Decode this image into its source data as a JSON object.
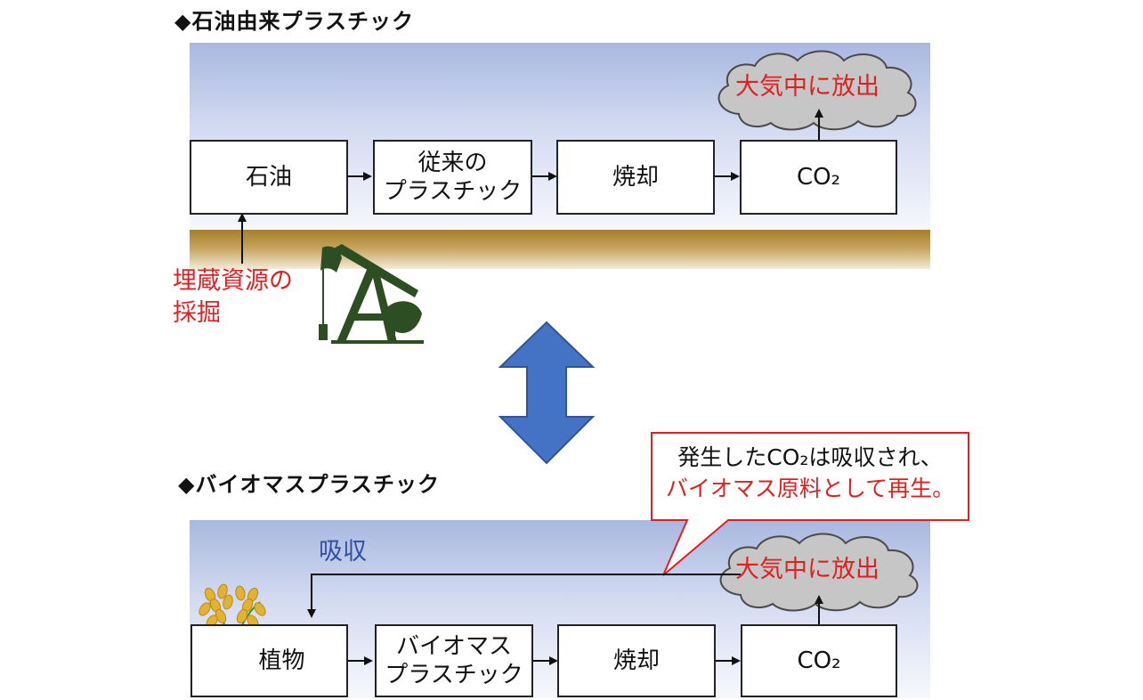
{
  "top_section": {
    "heading": "◆石油由来プラスチック",
    "boxes": [
      "石油",
      "従来の\nプラスチック",
      "焼却",
      "CO₂"
    ],
    "cloud_label": "大気中に放出",
    "source_label_line1": "埋蔵資源の",
    "source_label_line2": "採掘"
  },
  "bottom_section": {
    "heading": "◆バイオマスプラスチック",
    "boxes": [
      "植物",
      "バイオマス\nプラスチック",
      "焼却",
      "CO₂"
    ],
    "cloud_label": "大気中に放出",
    "absorb_label": "吸収",
    "callout_line1": "発生したCO₂は吸収され、",
    "callout_line2": "バイオマス原料として再生。"
  },
  "colors": {
    "highlight_red": "#e02020",
    "absorb_blue": "#2f4f9f",
    "double_arrow": "#4472c4",
    "pump_jack": "#2d4d22",
    "plant": "#e2b233"
  }
}
